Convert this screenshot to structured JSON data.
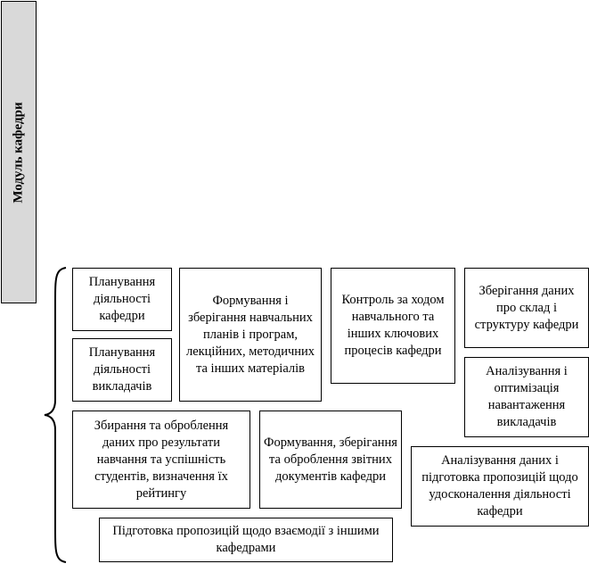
{
  "module_title": "Модуль кафедри",
  "boxes": [
    "Планування діяльності кафедри",
    "Планування діяльності викладачів",
    "Формування і зберігання навчальних планів і програм, лекційних, методичних та інших матеріалів",
    "Контроль за ходом навчального та інших ключових процесів кафедри",
    "Зберігання даних про склад і структуру кафедри",
    "Аналізування і оптимізація навантаження викладачів",
    "Збирання та оброблення даних про результати навчання та успішність студентів, визначення їх рейтингу",
    "Формування, зберігання та оброблення звітних документів кафедри",
    "Аналізування даних і підготовка пропозицій щодо удосконалення діяльності кафедри",
    "Підготовка пропозицій щодо взаємодії з іншими кафедрами"
  ]
}
